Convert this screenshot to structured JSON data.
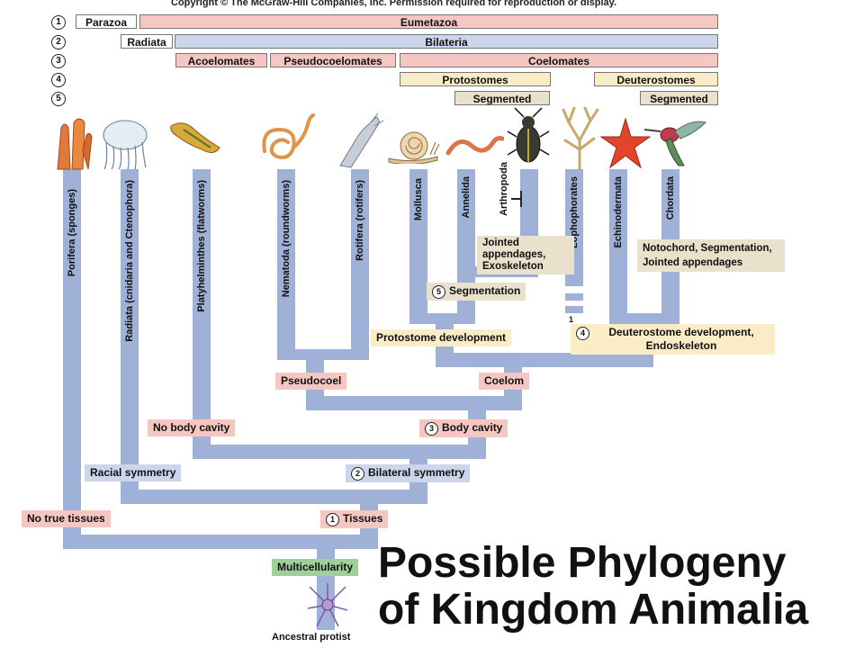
{
  "copyright": "Copyright © The McGraw-Hill Companies, Inc. Permission required for reproduction or display.",
  "header_rows": {
    "numbers": [
      "1",
      "2",
      "3",
      "4",
      "5"
    ],
    "row1": [
      "Parazoa",
      "Eumetazoa"
    ],
    "row2": [
      "Radiata",
      "Bilateria"
    ],
    "row3": [
      "Acoelomates",
      "Pseudocoelomates",
      "Coelomates"
    ],
    "row4": [
      "Protostomes",
      "Deuterostomes"
    ],
    "row5": [
      "Segmented",
      "Segmented"
    ]
  },
  "taxa": [
    "Porifera (sponges)",
    "Radiata (cnidaria and Ctenophora)",
    "Platyhelminthes (flatworms)",
    "Nematoda (roundworms)",
    "Rotifera (rotifers)",
    "Mollusca",
    "Annelida",
    "Arthropoda",
    "Lophophorates",
    "Echinodermata",
    "Chordata"
  ],
  "nodes": {
    "jointed": "Jointed appendages, Exoskeleton",
    "notochord": "Notochord, Segmentation, Jointed appendages",
    "segmentation_num": "5",
    "segmentation": "Segmentation",
    "protostome_dev": "Protostome development",
    "deuterostome_num": "4",
    "deuterostome_dev": "Deuterostome development, Endoskeleton",
    "pseudocoel": "Pseudocoel",
    "coelom": "Coelom",
    "no_body_cavity": "No body cavity",
    "body_cavity_num": "3",
    "body_cavity": "Body cavity",
    "radial": "Racial symmetry",
    "bilateral_num": "2",
    "bilateral": "Bilateral symmetry",
    "no_true_tissues": "No true tissues",
    "tissues_num": "1",
    "tissues": "Tissues",
    "multicellularity": "Multicellularity",
    "ancestral": "Ancestral protist",
    "small_one": "1"
  },
  "title": [
    "Possible Phylogeny",
    "of Kingdom Animalia"
  ],
  "colors": {
    "branch": "#9fb1d7",
    "pink": "#f4c7c3",
    "lavender": "#ccd5ea",
    "cream": "#fbecc8",
    "green": "#9fcf9b"
  },
  "icons": [
    "sponge-icon",
    "jellyfish-icon",
    "flatworm-icon",
    "roundworm-icon",
    "rotifer-icon",
    "snail-icon",
    "earthworm-icon",
    "beetle-icon",
    "bryozoan-icon",
    "sea-star-icon",
    "hummingbird-icon",
    "protist-icon"
  ]
}
